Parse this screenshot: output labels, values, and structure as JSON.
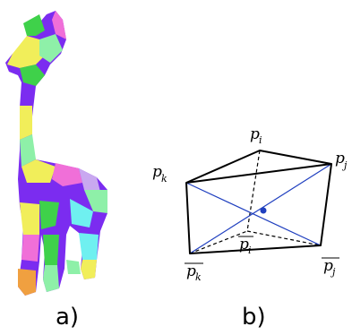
{
  "panels": {
    "a": {
      "caption": "a)"
    },
    "b": {
      "caption": "b)"
    }
  },
  "points": {
    "pi": {
      "base": "p",
      "sub": "i",
      "overline": false
    },
    "pj": {
      "base": "p",
      "sub": "j",
      "overline": false
    },
    "pk": {
      "base": "p",
      "sub": "k",
      "overline": false
    },
    "pi_bar": {
      "base": "p",
      "sub": "i",
      "overline": true
    },
    "pj_bar": {
      "base": "p",
      "sub": "j",
      "overline": true
    },
    "pk_bar": {
      "base": "p",
      "sub": "k",
      "overline": true
    }
  },
  "colors": {
    "edge": "#000000",
    "diagonal": "#1f3fbf",
    "center_point": "#1f3fbf",
    "patch_purple": "#7b2cf0",
    "patch_yellow": "#f1ee5a",
    "patch_green": "#3fd14a",
    "patch_pink": "#f06fd8",
    "patch_mint": "#8ef0a8",
    "patch_cyan": "#6ff0f0",
    "patch_orange": "#f0a040",
    "patch_lavender": "#c9a8f0"
  }
}
